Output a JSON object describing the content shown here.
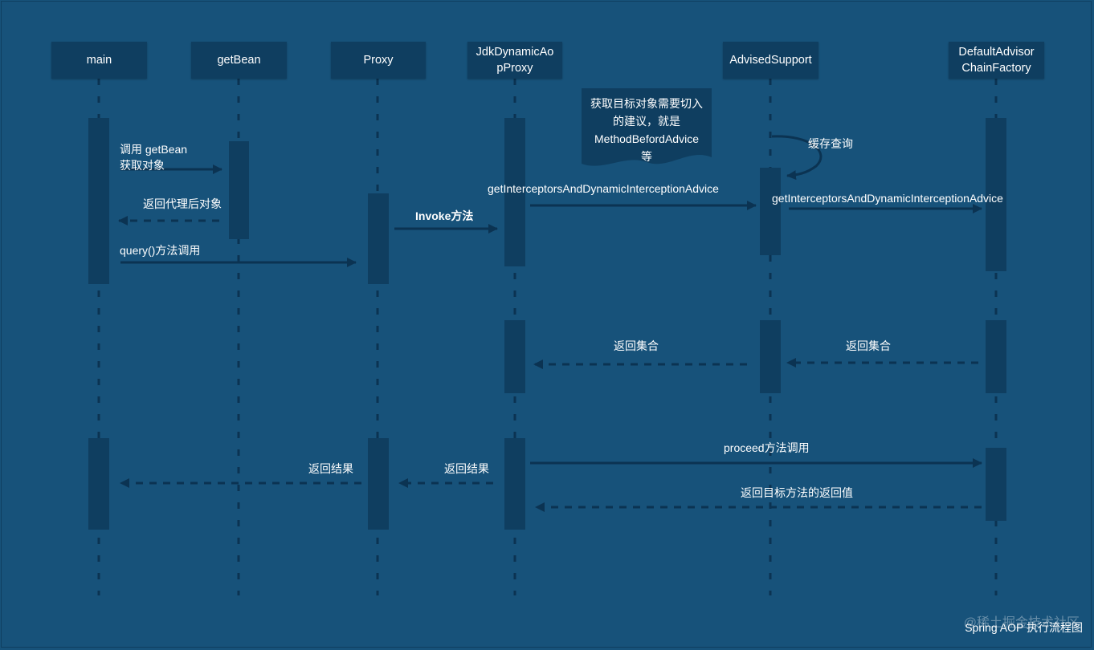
{
  "actors": [
    {
      "name": "main"
    },
    {
      "name": "getBean"
    },
    {
      "name": "Proxy"
    },
    {
      "name": "JdkDynamicAo\npProxy"
    },
    {
      "name": "AdvisedSupport"
    },
    {
      "name": "DefaultAdvisor\nChainFactory"
    }
  ],
  "note": {
    "text": "获取目标对象需要切入\n的建议，就是\nMethodBefordAdvice\n等"
  },
  "messages": {
    "call_getbean": "调用 getBean\n获取对象",
    "return_proxy": "返回代理后对象",
    "query_call": "query()方法调用",
    "invoke": "Invoke方法",
    "get_interceptors_1": "getInterceptorsAndDynamicInterceptionAdvice",
    "cache_query": "缓存查询",
    "get_interceptors_2": "getInterceptorsAndDynamicInterceptionAdvice",
    "return_set_1": "返回集合",
    "return_set_2": "返回集合",
    "proceed_call": "proceed方法调用",
    "return_target_value": "返回目标方法的返回值",
    "return_result_1": "返回结果",
    "return_result_2": "返回结果"
  },
  "footer": {
    "caption": "Spring AOP 执行流程图"
  },
  "watermark": {
    "text": "@稀土掘金技术社区"
  },
  "colors": {
    "background": "#17527a",
    "box": "#0f3e60",
    "line": "#0b3352",
    "text": "#ffffff"
  }
}
